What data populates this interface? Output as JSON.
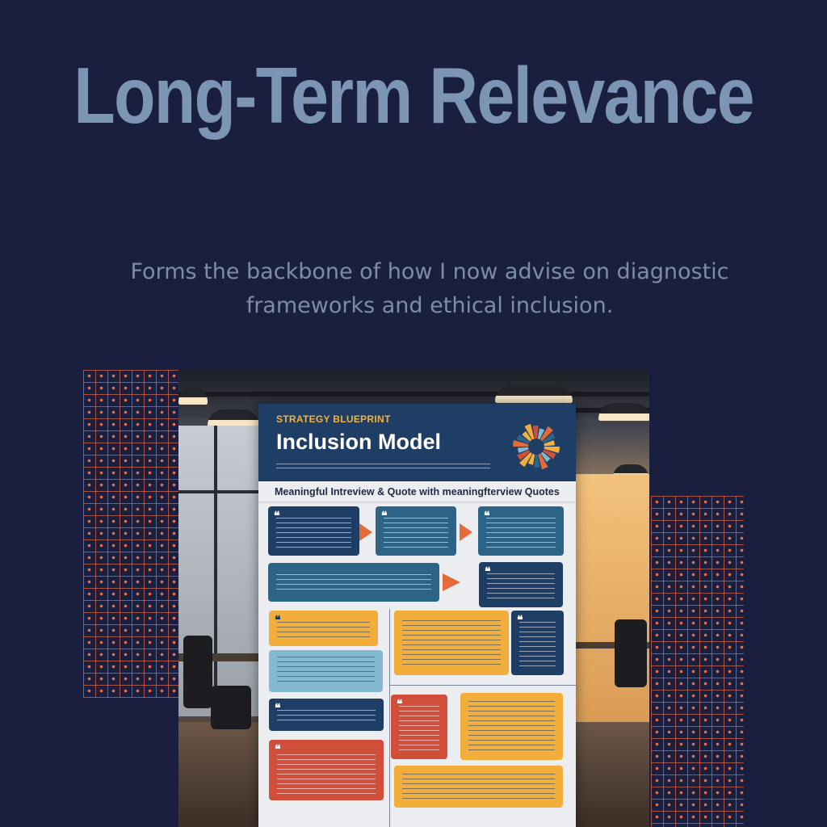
{
  "header": {
    "title": "Long-Term Relevance",
    "subtitle": "Forms the backbone of how I now advise on diagnostic frameworks and ethical inclusion."
  },
  "poster": {
    "kicker": "STRATEGY BLUEPRINT",
    "title": "Inclusion Model",
    "section_heading": "Meaningful Intreview & Quote with meaningfterview Quotes"
  },
  "colors": {
    "background": "#1b1f3f",
    "title": "#7d95b4",
    "subtitle": "#7c8cab",
    "grid_accent": "#e5714f",
    "poster_navy": "#1f3e66",
    "poster_orange": "#f2ad3b",
    "poster_red": "#d14e3a",
    "poster_kicker": "#f3b23b"
  },
  "icons": {
    "quote": "quote-mark-icon",
    "arrow": "arrow-right-icon",
    "wheel": "sunburst-chart-icon"
  }
}
